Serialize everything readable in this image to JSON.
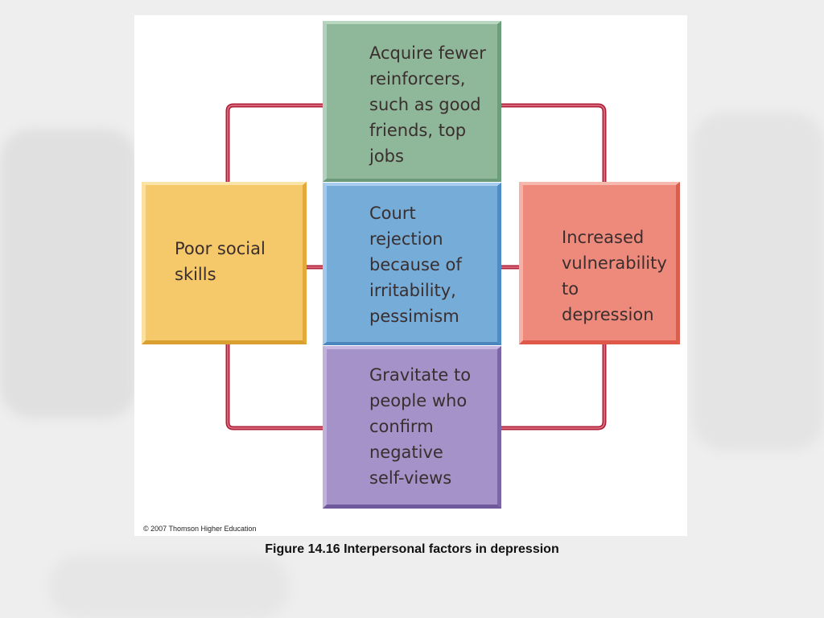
{
  "boxes": {
    "poor": "Poor social\nskills",
    "acquire": "Acquire fewer\nreinforcers,\nsuch as good\nfriends, top\njobs",
    "court": "Court\nrejection\nbecause of\nirritability,\npessimism",
    "gravitate": "Gravitate to\npeople who\nconfirm\nnegative\nself-views",
    "increased": "Increased\nvulnerability\nto depression"
  },
  "colors": {
    "poor": "#f5c86a",
    "acquire": "#8fb79a",
    "court": "#76acd8",
    "gravitate": "#a592c8",
    "increased": "#ee8a7b",
    "arrow": "#b0203a",
    "arrowhead_fill": "#f2c24a"
  },
  "copyright": "© 2007 Thomson Higher Education",
  "caption": "Figure 14.16  Interpersonal factors in depression"
}
